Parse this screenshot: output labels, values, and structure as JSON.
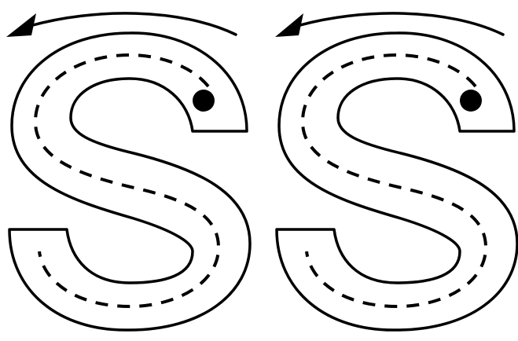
{
  "worksheet": {
    "letters": [
      {
        "character": "S",
        "start_dot": "start-dot",
        "direction_arrow": "arrow-left",
        "guide_line": "dashed"
      },
      {
        "character": "S",
        "start_dot": "start-dot",
        "direction_arrow": "arrow-left",
        "guide_line": "dashed"
      }
    ],
    "colors": {
      "ink": "#000000",
      "paper": "#ffffff"
    }
  }
}
